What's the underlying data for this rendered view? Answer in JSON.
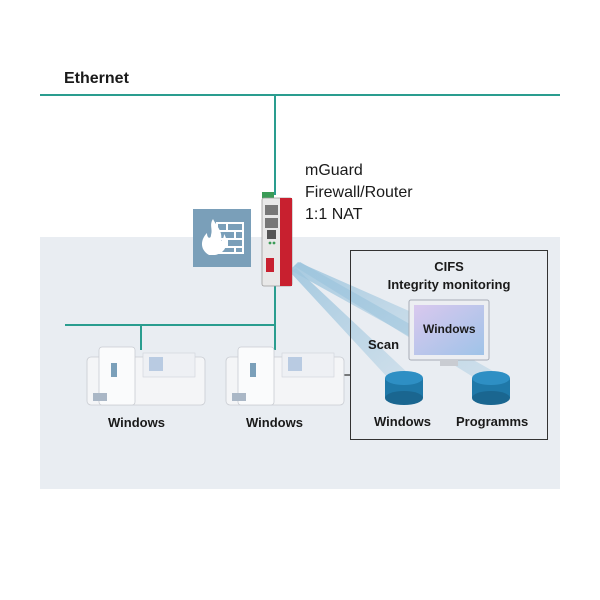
{
  "network": {
    "ethernet_label": "Ethernet"
  },
  "mguard": {
    "line1": "mGuard",
    "line2": "Firewall/Router",
    "line3": "1:1 NAT"
  },
  "cifs": {
    "title": "CIFS",
    "subtitle": "Integrity monitoring",
    "scan_label": "Scan",
    "monitor_text": "Windows"
  },
  "clients": {
    "pc1": "Windows",
    "pc2": "Windows"
  },
  "storage": {
    "db1": "Windows",
    "db2": "Programms"
  },
  "colors": {
    "network_line": "#2a9d8f",
    "protected_zone": "#e9edf2",
    "firewall_tile": "#7a9fb9",
    "device_red": "#c8202f",
    "disk_blue": "#1f78a8",
    "scan_beam": "#9fc6de"
  },
  "icons": [
    "firewall-icon",
    "mguard-device-icon",
    "monitor-icon",
    "database-icon",
    "pc-icon"
  ]
}
